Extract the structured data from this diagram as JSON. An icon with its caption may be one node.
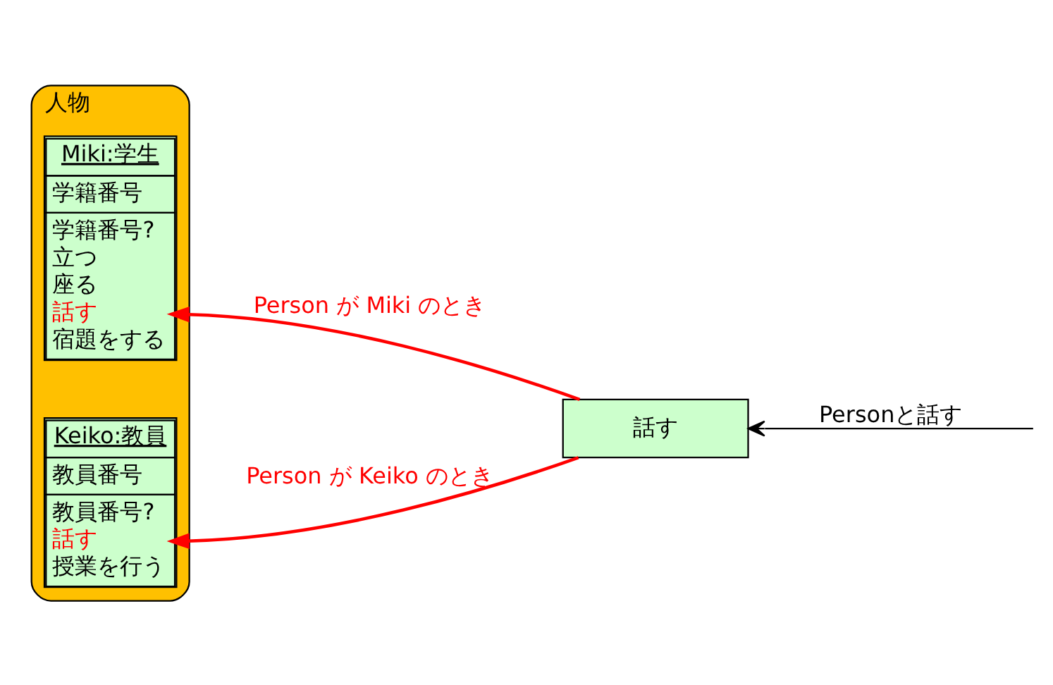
{
  "diagram": {
    "nodes": [
      {
        "text": [
          "人物"
        ]
      },
      {
        "text": [
          "Miki:学生",
          "学籍番号",
          "学籍番号?",
          "立つ",
          "座る",
          "話す",
          "宿題をする"
        ],
        "in": 0
      },
      {
        "text": [
          "Keiko:教員",
          "教員番号",
          "教員番号?",
          "話す",
          "授業を行う"
        ],
        "in": 0
      },
      {
        "text": [
          "話す"
        ]
      }
    ],
    "edges": [
      {
        "from": null,
        "to": 3,
        "arrow": "to",
        "label": "Personと話す",
        "color": "#000000"
      },
      {
        "from": 3,
        "to": 1,
        "arrow": "to",
        "label": "Person が Miki のとき"
      },
      {
        "from": 3,
        "to": 2,
        "arrow": "to",
        "label": "Person が Keiko のとき"
      }
    ]
  }
}
